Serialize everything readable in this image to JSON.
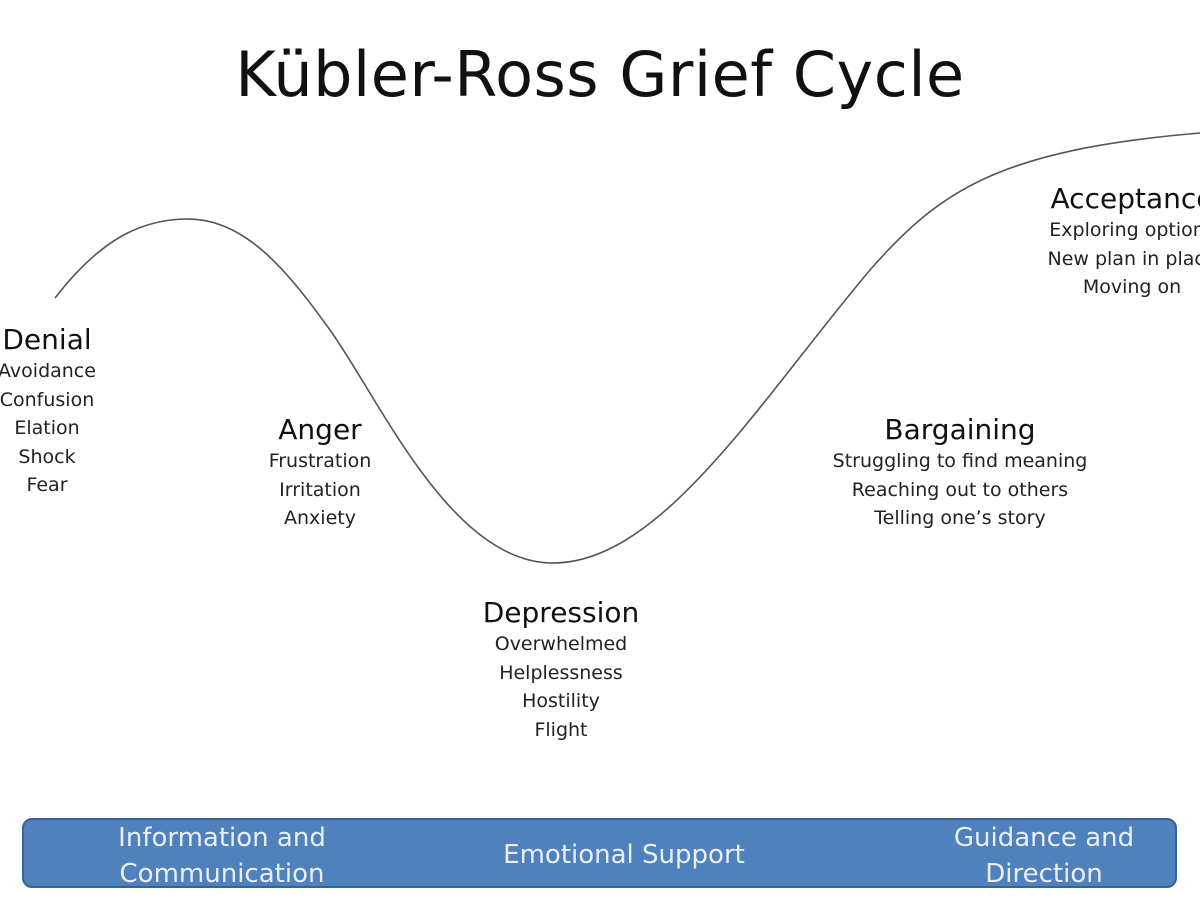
{
  "title": "Kübler-Ross Grief Cycle",
  "stages": [
    {
      "heading": "Denial",
      "items": [
        "Avoidance",
        "Confusion",
        "Elation",
        "Shock",
        "Fear"
      ]
    },
    {
      "heading": "Anger",
      "items": [
        "Frustration",
        "Irritation",
        "Anxiety"
      ]
    },
    {
      "heading": "Depression",
      "items": [
        "Overwhelmed",
        "Helplessness",
        "Hostility",
        "Flight"
      ]
    },
    {
      "heading": "Bargaining",
      "items": [
        "Struggling to find meaning",
        "Reaching out to others",
        "Telling one’s story"
      ]
    },
    {
      "heading": "Acceptance",
      "items": [
        "Exploring options",
        "New plan in place",
        "Moving on"
      ]
    }
  ],
  "band": {
    "left": "Information and\nCommunication",
    "center": "Emotional Support",
    "right": "Guidance and\nDirection"
  },
  "colors": {
    "band_fill": "#4f81bd",
    "band_border": "#3a6391",
    "band_text": "#e9eef6",
    "curve": "#555555"
  }
}
